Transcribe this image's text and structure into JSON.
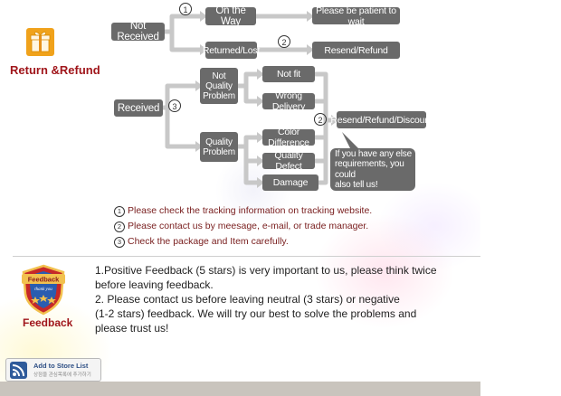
{
  "return_section": {
    "title": "Return &Refund",
    "icon": "gift-box-icon"
  },
  "flowchart": {
    "not_received": "Not Received",
    "on_the_way": "On the Way",
    "returned_lost": "Returned/Lost",
    "be_patient": "Please be patient to wait",
    "resend_refund": "Resend/Refund",
    "received": "Received",
    "not_quality_problem_lines": [
      "Not",
      "Quality",
      "Problem"
    ],
    "not_fit": "Not fit",
    "wrong_delivery": "Wrong Delivery",
    "quality_problem_lines": [
      "Quality",
      "Problem"
    ],
    "color_difference": "Color Difference",
    "quality_defect": "Quality Defect",
    "damage": "Damage",
    "resend_refund_discount": "Resend/Refund/Discount",
    "requirements_lines": [
      "If you have any else",
      "requirements, you could",
      "also tell us!"
    ],
    "step_1": "1",
    "step_2": "2",
    "step_3": "3"
  },
  "notes": [
    {
      "num": "1",
      "text": "Please check the tracking information on tracking website."
    },
    {
      "num": "2",
      "text": "Please contact us by meesage, e-mail, or trade manager."
    },
    {
      "num": "3",
      "text": "Check the package and Item carefully."
    }
  ],
  "feedback_section": {
    "badge_text": "Feedback",
    "badge_sub": "thank you",
    "title": "Feedback",
    "lines": [
      "1.Positive Feedback (5 stars) is very important to us, please think twice",
      " before leaving feedback.",
      "2. Please contact us before leaving neutral (3 stars) or negative",
      "(1-2 stars) feedback. We will try our best to solve the problems and",
      " please trust us!"
    ]
  },
  "store_button": {
    "label": "Add to Store List",
    "sub": "상점을 관심목록에 추가하기"
  },
  "colors": {
    "box_gray": "#6a6a6a",
    "title_red": "#a0161b",
    "note_red": "#7a2020",
    "connector": "#c8c8c8"
  }
}
